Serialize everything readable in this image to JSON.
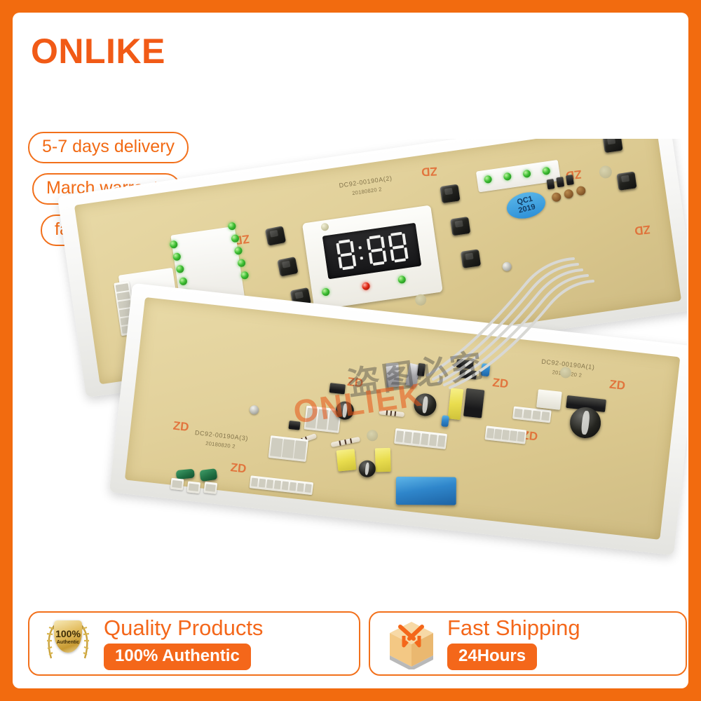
{
  "brand": {
    "logo": "ONLIKE",
    "accent_color": "#f26b0f"
  },
  "badges": [
    {
      "label": "5-7 days delivery"
    },
    {
      "label": "March warranty"
    },
    {
      "label": "fault analysis"
    }
  ],
  "product": {
    "type": "washing machine PCB control board set",
    "boards": [
      {
        "id": "upper",
        "part_number": "DC92-00190A(2)",
        "date_code": "20180820 2",
        "ink_stamp": "ZD"
      },
      {
        "id": "lower-right",
        "part_number": "DC92-00190A(1)",
        "date_code": "20180820 2",
        "ink_stamp": "ZD"
      },
      {
        "id": "lower-left",
        "part_number": "DC92-00190A(3)",
        "date_code": "20180820 2",
        "ink_stamp": "ZD"
      }
    ],
    "qc_sticker": {
      "line1": "QC1",
      "line2": "2019"
    },
    "display": {
      "digits": "8888",
      "type": "4-digit 7-segment LED"
    }
  },
  "watermarks": {
    "chinese": "盗图必究",
    "brand": "ONLIEK"
  },
  "banner": {
    "left": {
      "title": "Quality Products",
      "pill": "100% Authentic",
      "shield_top": "100%",
      "shield_bottom": "Authentic"
    },
    "right": {
      "title": "Fast Shipping",
      "pill": "24Hours"
    }
  }
}
